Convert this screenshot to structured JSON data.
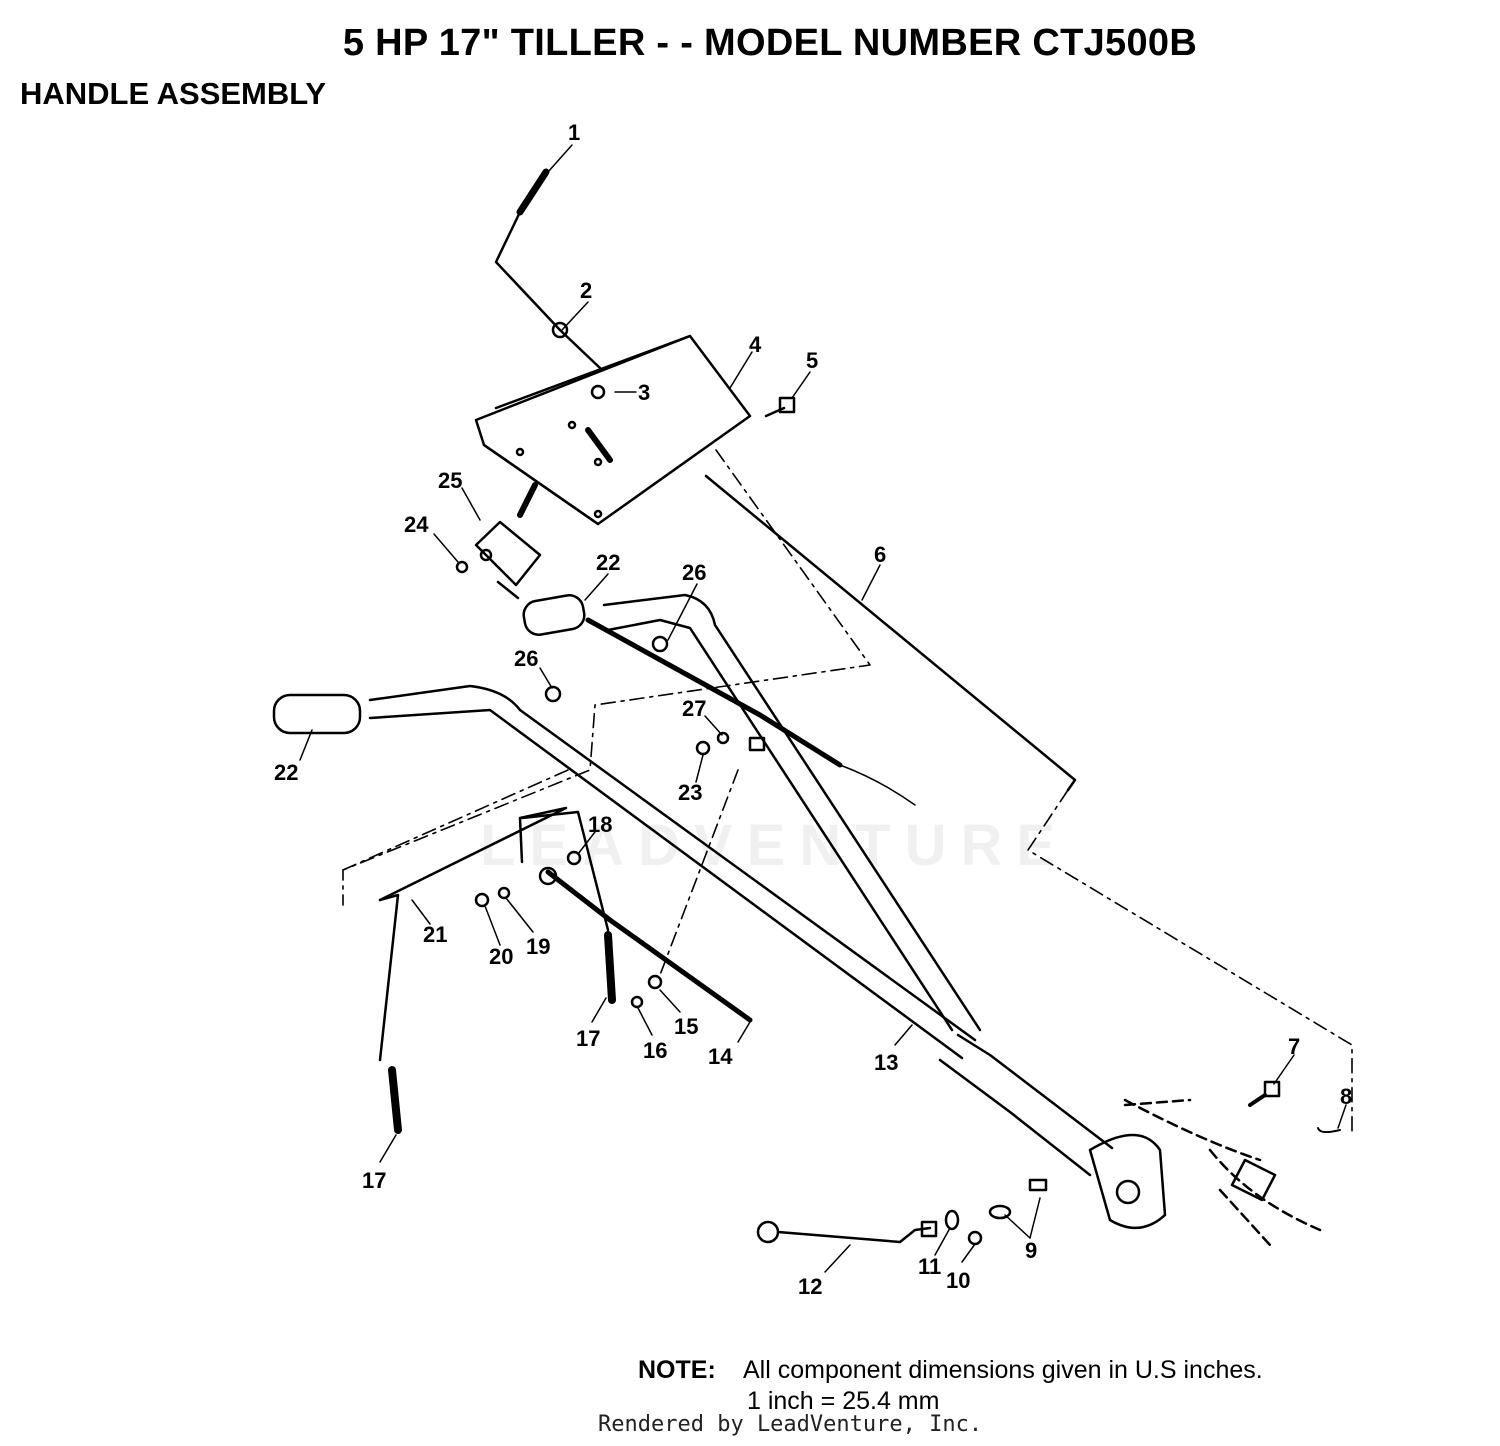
{
  "header": {
    "title": "5 HP 17\" TILLER - - MODEL NUMBER CTJ500B",
    "section": "HANDLE ASSEMBLY"
  },
  "parts": {
    "p1": "1",
    "p2": "2",
    "p3": "3",
    "p4": "4",
    "p5": "5",
    "p6": "6",
    "p7": "7",
    "p8": "8",
    "p9": "9",
    "p10": "10",
    "p11": "11",
    "p12": "12",
    "p13": "13",
    "p14": "14",
    "p15": "15",
    "p16": "16",
    "p17": "17",
    "p18": "18",
    "p19": "19",
    "p20": "20",
    "p21": "21",
    "p22": "22",
    "p23": "23",
    "p24": "24",
    "p25": "25",
    "p26": "26",
    "p27": "27"
  },
  "note": {
    "label": "NOTE:",
    "line1": "All component dimensions given in U.S  inches.",
    "line2": "1 inch = 25.4 mm"
  },
  "watermark": "LEADVENTURE",
  "footer": "Rendered by LeadVenture, Inc."
}
